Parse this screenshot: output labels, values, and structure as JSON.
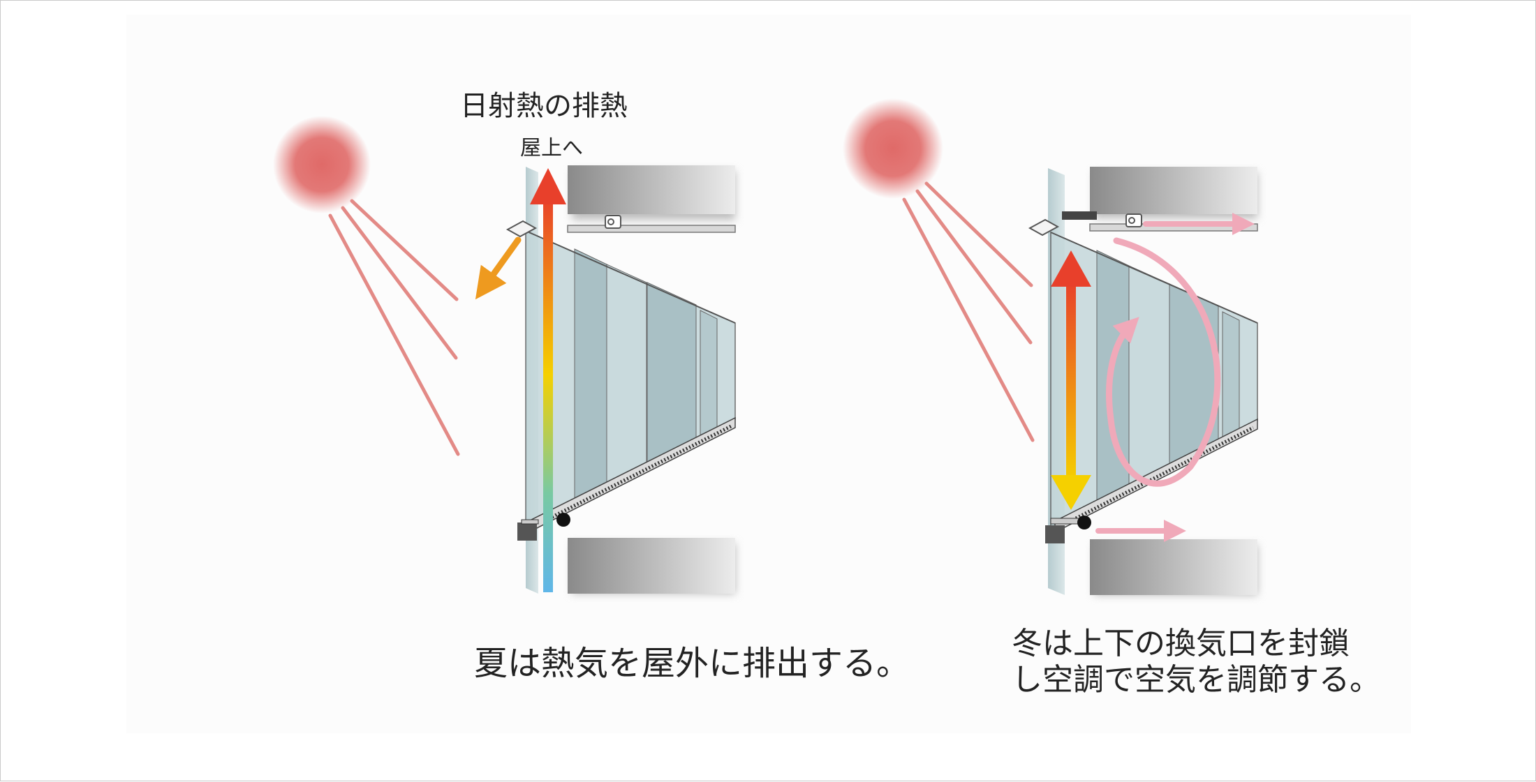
{
  "summer": {
    "heat_title": "日射熱の排熱",
    "to_roof": "屋上へ",
    "caption": "夏は熱気を屋外に排出する。"
  },
  "winter": {
    "caption_line1": "冬は上下の換気口を封鎖",
    "caption_line2": "し空調で空気を調節する。"
  },
  "colors": {
    "sun": "#e06a68",
    "sun_ray": "#e38a86",
    "glass": "#b9d0d4",
    "slab_dark": "#8d8d8d",
    "slab_light": "#e8e8e8",
    "exhaust_arrow": "#ee9a1f",
    "winter_flow": "#f0a9b9",
    "gradient_top": "#e8402b",
    "gradient_mid": "#f5d000",
    "gradient_low": "#79c9a2",
    "gradient_bottom": "#5fb6e8"
  }
}
